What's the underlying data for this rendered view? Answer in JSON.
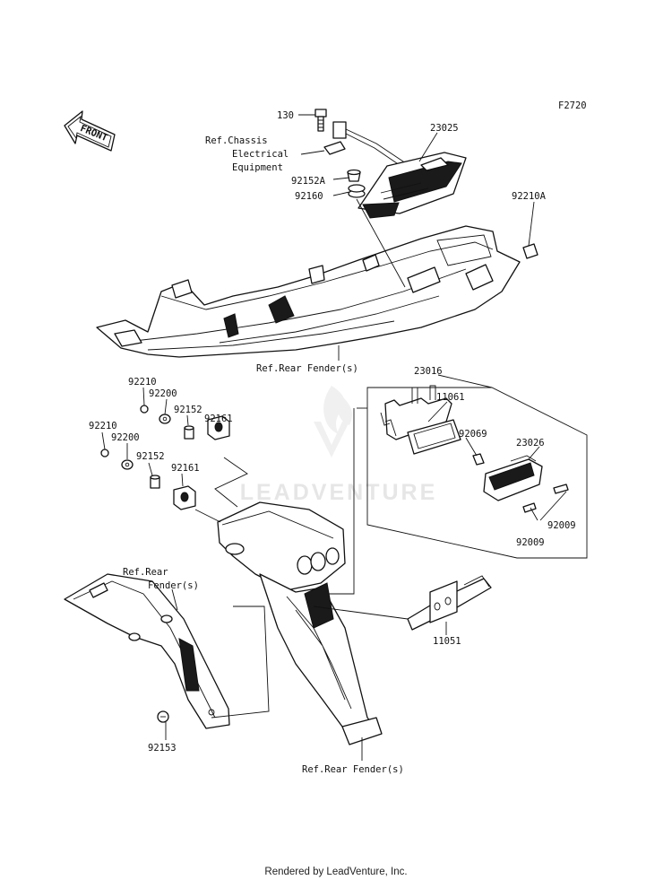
{
  "figure_code": "F2720",
  "front_arrow_label": "FRONT",
  "watermark": "LEADVENTURE",
  "footer": "Rendered by LeadVenture, Inc.",
  "callouts": {
    "p130": "130",
    "ref_chassis_1": "Ref.Chassis",
    "ref_chassis_2": "Electrical",
    "ref_chassis_3": "Equipment",
    "p92152A": "92152A",
    "p92160": "92160",
    "p23025": "23025",
    "p92210A": "92210A",
    "ref_rear_fender_top": "Ref.Rear Fender(s)",
    "p23016": "23016",
    "p11061": "11061",
    "p92069": "92069",
    "p23026": "23026",
    "p92009_a": "92009",
    "p92009_b": "92009",
    "p92210_a": "92210",
    "p92200_a": "92200",
    "p92152_a": "92152",
    "p92161_a": "92161",
    "p92210_b": "92210",
    "p92200_b": "92200",
    "p92152_b": "92152",
    "p92161_b": "92161",
    "ref_rear_left_1": "Ref.Rear",
    "ref_rear_left_2": "Fender(s)",
    "p11051": "11051",
    "p92153": "92153",
    "ref_rear_fender_bottom": "Ref.Rear Fender(s)"
  }
}
